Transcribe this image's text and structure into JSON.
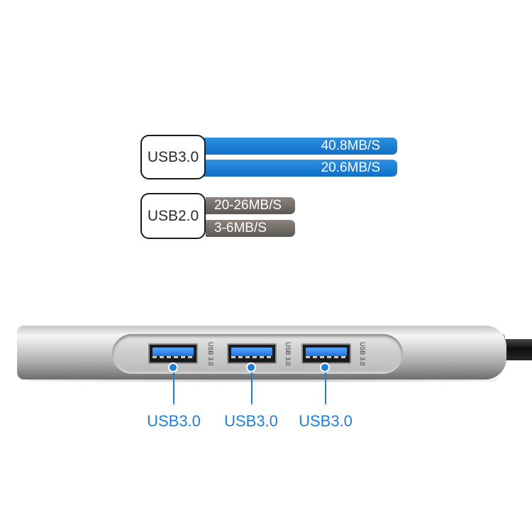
{
  "speed_comparison": {
    "usb3": {
      "label": "USB3.0",
      "speeds": [
        "40.8MB/S",
        "20.6MB/S"
      ],
      "color": "#1f7ed6"
    },
    "usb2": {
      "label": "USB2.0",
      "speeds": [
        "20-26MB/S",
        "3-6MB/S"
      ],
      "color": "#6e6762"
    }
  },
  "hub": {
    "port_tag": "USB 3.0",
    "port_labels": [
      "USB3.0",
      "USB3.0",
      "USB3.0"
    ],
    "label_color": "#1f7fd8",
    "port_color": "#2a7fe8"
  }
}
